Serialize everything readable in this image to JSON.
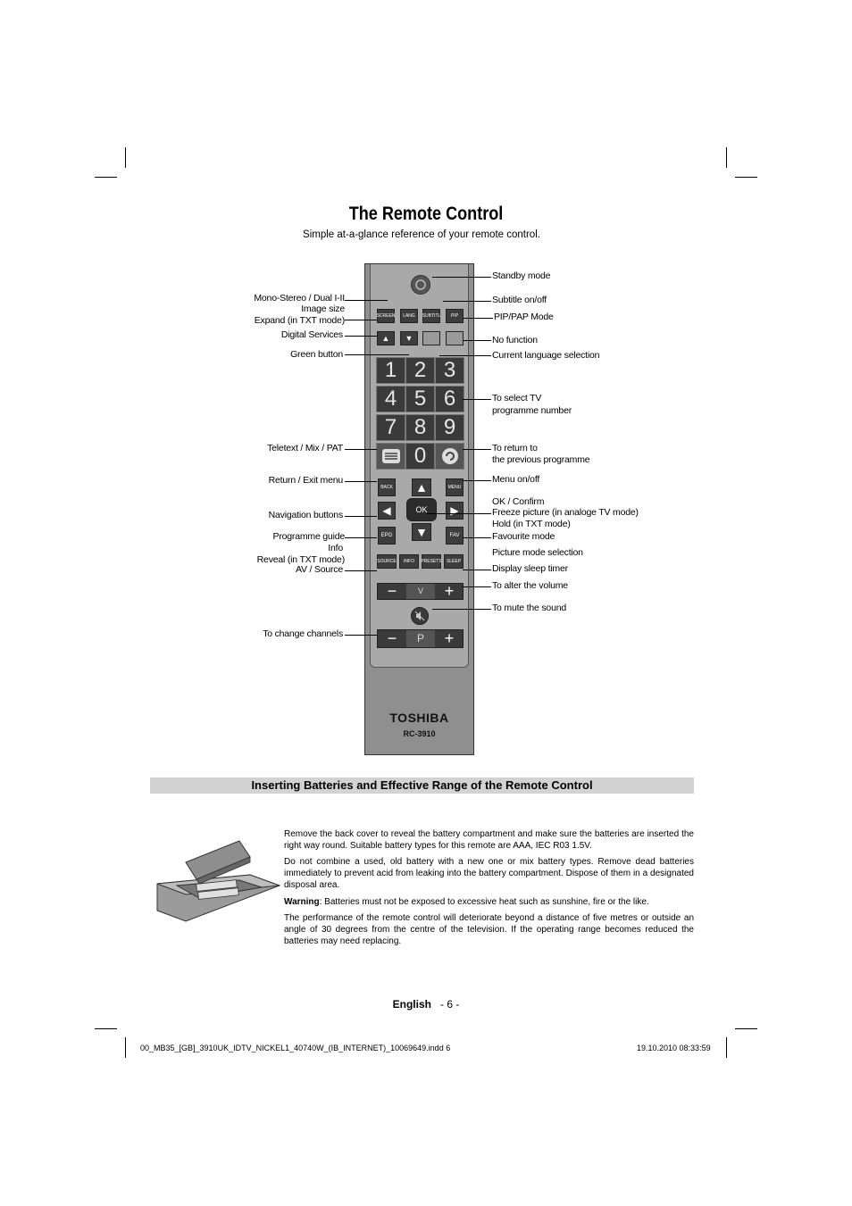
{
  "page": {
    "title": "The Remote Control",
    "subtitle": "Simple at-a-glance reference of your remote control.",
    "section_heading": "Inserting Batteries and Effective Range of the Remote Control",
    "paragraphs": [
      "Remove the back cover to reveal the battery compartment and make sure the batteries are inserted the right way round. Suitable battery types for this remote are  AAA, IEC R03 1.5V.",
      "Do not combine a used, old battery with a new one or mix battery types. Remove dead batteries immediately to prevent acid from leaking into the battery compartment. Dispose of them in a designated disposal area.",
      "The performance of the remote control will deteriorate beyond a distance of five metres or outside an angle of 30 degrees from the centre of the television. If the operating range becomes reduced the batteries may need replacing."
    ],
    "warning_label": "Warning",
    "warning_text": ": Batteries must not be exposed to excessive heat such as sunshine, fire or the like.",
    "footer_lang": "English",
    "footer_page": "- 6 -",
    "footer_file": "00_MB35_[GB]_3910UK_IDTV_NICKEL1_40740W_(IB_INTERNET)_10069649.indd   6",
    "footer_date": "19.10.2010   08:33:59"
  },
  "remote": {
    "brand": "TOSHIBA",
    "model": "RC-3910",
    "buttons": {
      "screen": "SCREEN",
      "lang": "LANG",
      "subtitl": "SUBTITL",
      "pip": "PIP",
      "back": "BACK",
      "menu": "MENU",
      "ok": "OK",
      "epg": "EPG",
      "fav": "FAV",
      "source": "SOURCE",
      "info": "INFO",
      "presets": "PRESETS",
      "sleep": "SLEEP",
      "p": "P",
      "v": "V"
    },
    "digits": [
      "1",
      "2",
      "3",
      "4",
      "5",
      "6",
      "7",
      "8",
      "9",
      "0"
    ]
  },
  "labels_left": {
    "mono": "Mono-Stereo / Dual I-II",
    "image": "Image size",
    "expand": "Expand (in TXT mode)",
    "digital": "Digital Services",
    "green": "Green button",
    "teletext": "Teletext / Mix / PAT",
    "return": "Return / Exit menu",
    "nav": "Navigation buttons",
    "guide": "Programme guide",
    "info": "Info",
    "reveal": "Reveal (in TXT mode)",
    "av": "AV / Source",
    "channels": "To change channels"
  },
  "labels_right": {
    "standby": "Standby mode",
    "subtitle": "Subtitle on/off",
    "pip": "PIP/PAP Mode",
    "nofunc": "No function",
    "curlang": "Current language selection",
    "select1": "To select TV",
    "select2": "programme number",
    "return1": "To return to",
    "return2": "the previous programme",
    "menu": "Menu on/off",
    "ok": "OK / Confirm",
    "freeze": "Freeze picture (in analoge TV mode)",
    "hold": "Hold (in TXT mode)",
    "fav": "Favourite mode",
    "picture": "Picture mode selection",
    "sleep": "Display sleep timer",
    "volume": "To alter the volume",
    "mute": "To mute the sound"
  }
}
